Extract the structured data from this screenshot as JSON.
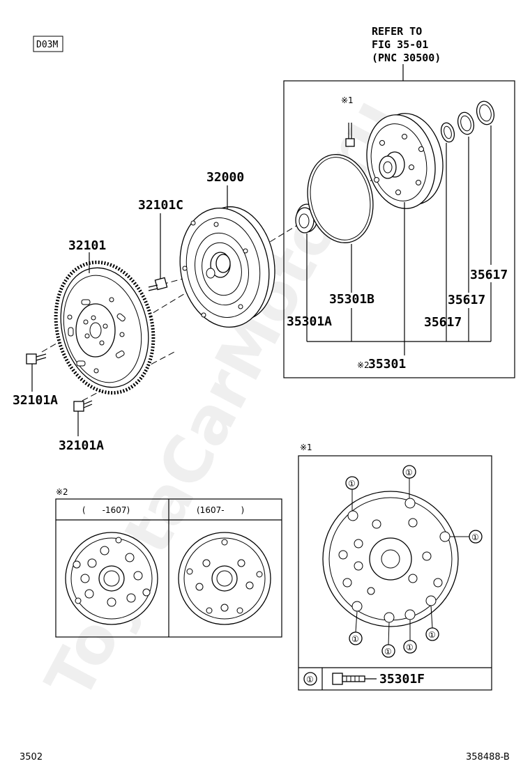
{
  "engine_code": "D03M",
  "refer_note": [
    "REFER TO",
    "FIG 35-01",
    "(PNC 30500)"
  ],
  "parts": {
    "p32000": "32000",
    "p32101": "32101",
    "p32101c": "32101C",
    "p32101a_1": "32101A",
    "p32101a_2": "32101A",
    "p35301a": "35301A",
    "p35301b": "35301B",
    "p35617_1": "35617",
    "p35617_2": "35617",
    "p35617_3": "35617",
    "p35301": "35301",
    "p35301f": "35301F"
  },
  "marks": {
    "note1": "※1",
    "note2": "※2",
    "note1_detail": "※1",
    "note2_detail": "※2",
    "circle_one": "①"
  },
  "variants": {
    "left": "(　　-1607)",
    "right": "(1607-　　)"
  },
  "footer": {
    "left": "3502",
    "right": "358488-B"
  },
  "watermark": "ToyotaCarMotor.ru"
}
